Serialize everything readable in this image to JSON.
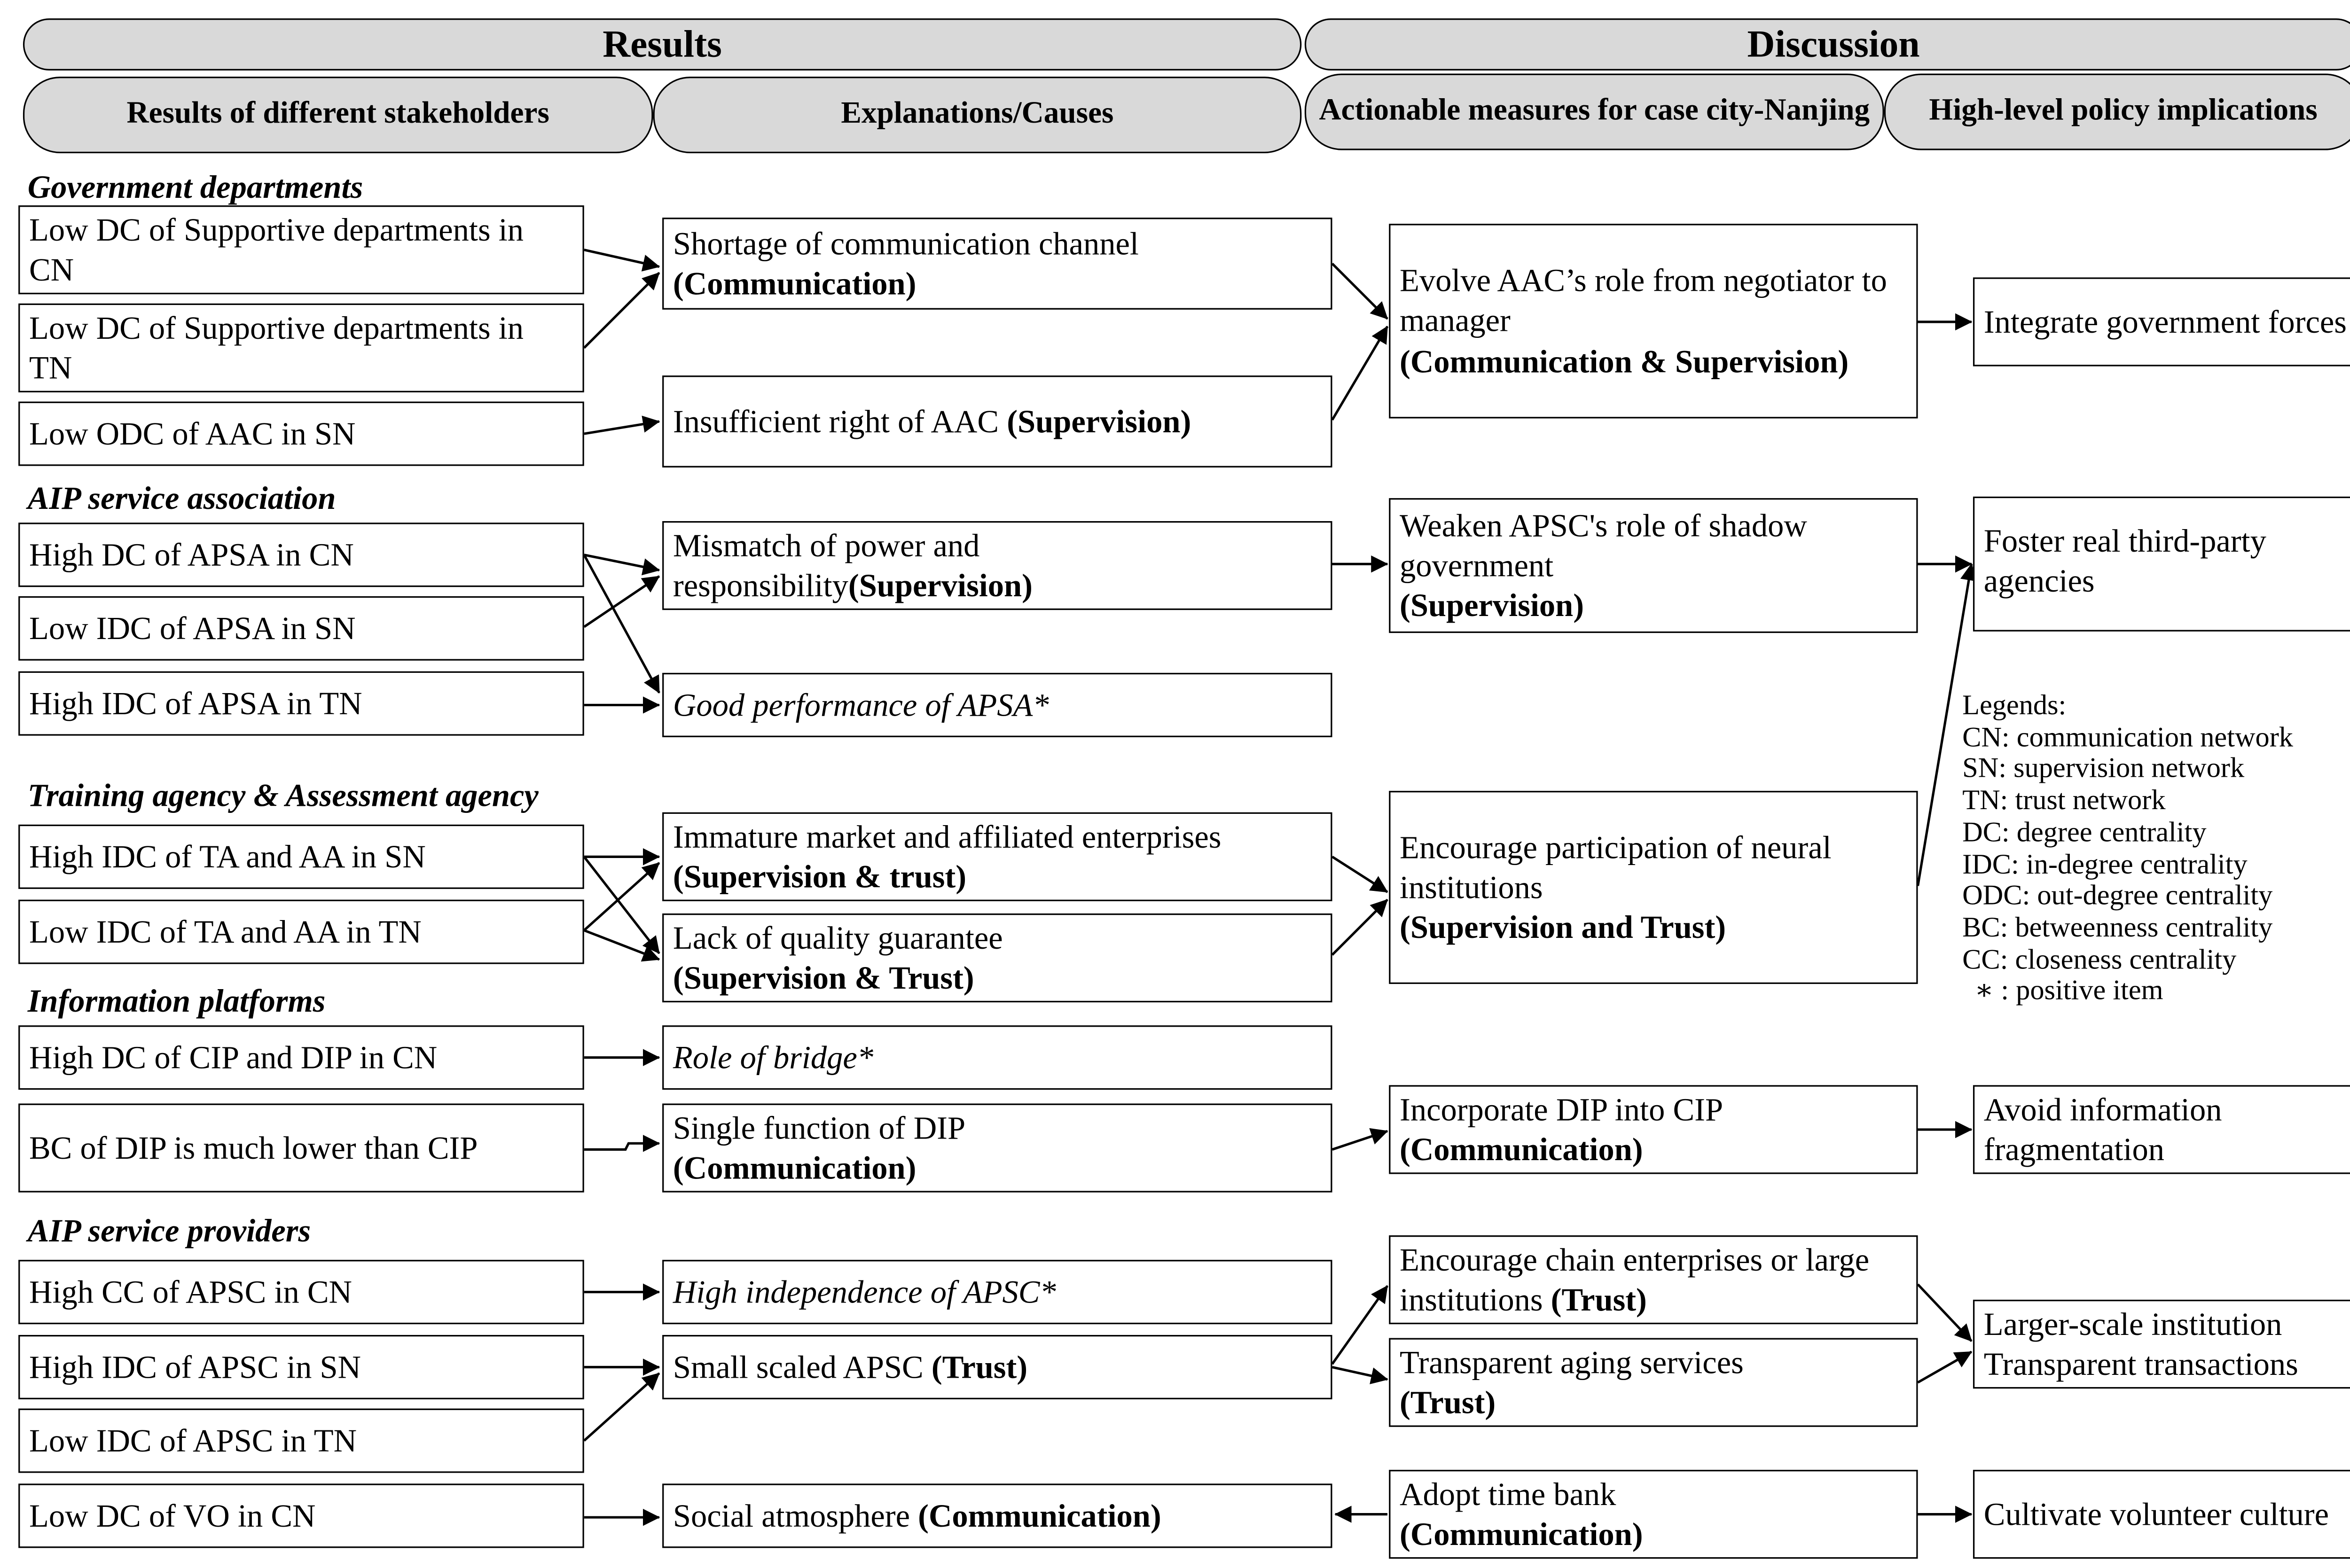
{
  "headers": {
    "results": "Results",
    "discussion": "Discussion",
    "col1": "Results of different stakeholders",
    "col2": "Explanations/Causes",
    "col3": "Actionable measures for case city-Nanjing",
    "col4": "High-level policy implications"
  },
  "sections": {
    "gov": "Government departments",
    "apsa": "AIP service association",
    "ta": "Training agency & Assessment agency",
    "info": "Information platforms",
    "provider": "AIP service providers"
  },
  "results": {
    "r1": "Low DC of Supportive departments in CN",
    "r2": "Low DC of Supportive departments in TN",
    "r3": "Low ODC of AAC in SN",
    "r4": "High DC of APSA in CN",
    "r5": "Low IDC of APSA in SN",
    "r6": "High IDC of APSA in TN",
    "r7": "High IDC of TA and AA in SN",
    "r8": "Low IDC of TA and AA in TN",
    "r9": "High DC of CIP and DIP in CN",
    "r10": "BC of DIP is much lower than CIP",
    "r11": "High CC of APSC in CN",
    "r12": "High IDC of APSC in SN",
    "r13": "Low IDC of APSC in TN",
    "r14": "Low DC of VO in CN"
  },
  "causes": {
    "e1": {
      "text": "Shortage of communication channel",
      "tag": "(Communication)"
    },
    "e2": {
      "text": "Insufficient right of AAC",
      "tag": "(Supervision)"
    },
    "e3": {
      "text": "Mismatch of power and responsibility",
      "tag": "(Supervision)"
    },
    "e4": {
      "text": "Good performance of APSA*"
    },
    "e5": {
      "text": "Immature market and affiliated enterprises",
      "tag": "(Supervision & trust)"
    },
    "e6": {
      "text": "Lack of quality guarantee",
      "tag": "(Supervision & Trust)"
    },
    "e7": {
      "text": "Role of bridge*"
    },
    "e8": {
      "text": "Single function of DIP",
      "tag": "(Communication)"
    },
    "e9": {
      "text": "High independence of APSC*"
    },
    "e10": {
      "text": "Small scaled APSC",
      "tag": "(Trust)"
    },
    "e11": {
      "text": "Social atmosphere",
      "tag": "(Communication)"
    }
  },
  "measures": {
    "m1": {
      "text": "Evolve AAC’s role from negotiator to manager",
      "tag": "(Communication & Supervision)"
    },
    "m2": {
      "text": "Weaken APSC's role of shadow government",
      "tag": "(Supervision)"
    },
    "m3": {
      "text": "Encourage participation of neural institutions",
      "tag": "(Supervision and Trust)"
    },
    "m4": {
      "text": "Incorporate DIP into CIP",
      "tag": "(Communication)"
    },
    "m5": {
      "text": "Encourage chain enterprises or large institutions",
      "tag": "(Trust)"
    },
    "m6": {
      "text": "Transparent aging services",
      "tag": "(Trust)"
    },
    "m7": {
      "text": "Adopt time bank",
      "tag": "(Communication)"
    }
  },
  "policies": {
    "p1": "Integrate government forces",
    "p2": "Foster real third-party agencies",
    "p3": "Avoid information fragmentation",
    "p4a": "Larger-scale institution",
    "p4b": "Transparent transactions",
    "p5": "Cultivate volunteer culture"
  },
  "legend": {
    "title": "Legends:",
    "items": [
      "CN: communication network",
      "SN: supervision network",
      "TN: trust network",
      "DC: degree centrality",
      "IDC: in-degree centrality",
      "ODC: out-degree centrality",
      "BC: betweenness centrality",
      "CC: closeness centrality",
      "∗ : positive item"
    ]
  }
}
